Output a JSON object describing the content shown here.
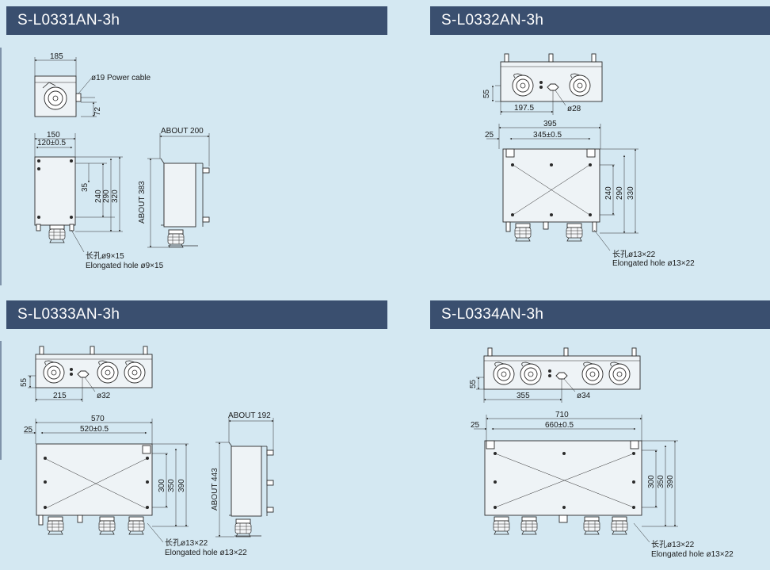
{
  "panels": {
    "p1": {
      "title": "S-L0331AN-3h",
      "dims": {
        "w185": "185",
        "cable": "ø19 Power cable",
        "h72": "72",
        "w150": "150",
        "w120": "120±0.5",
        "h35": "35",
        "h240": "240",
        "h290": "290",
        "h320": "320",
        "about200": "ABOUT 200",
        "about383": "ABOUT 383",
        "hole_cn": "长孔ø9×15",
        "hole_en": "Elongated hole ø9×15"
      }
    },
    "p2": {
      "title": "S-L0332AN-3h",
      "dims": {
        "h55": "55",
        "w197": "197.5",
        "d28": "ø28",
        "w25": "25",
        "w395": "395",
        "w345": "345±0.5",
        "h240": "240",
        "h290": "290",
        "h330": "330",
        "hole_cn": "长孔ø13×22",
        "hole_en": "Elongated hole ø13×22"
      }
    },
    "p3": {
      "title": "S-L0333AN-3h",
      "dims": {
        "h55": "55",
        "w215": "215",
        "d32": "ø32",
        "w25": "25",
        "w570": "570",
        "w520": "520±0.5",
        "h300": "300",
        "h350": "350",
        "h390": "390",
        "about192": "ABOUT 192",
        "about443": "ABOUT 443",
        "hole_cn": "长孔ø13×22",
        "hole_en": "Elongated hole ø13×22"
      }
    },
    "p4": {
      "title": "S-L0334AN-3h",
      "dims": {
        "h55": "55",
        "w355": "355",
        "d34": "ø34",
        "w25": "25",
        "w710": "710",
        "w660": "660±0.5",
        "h300": "300",
        "h350": "350",
        "h390": "390",
        "hole_cn": "长孔ø13×22",
        "hole_en": "Elongated hole ø13×22"
      }
    }
  },
  "colors": {
    "background": "#d4e8f2",
    "title_bar": "#3a4f6f",
    "title_text": "#ffffff",
    "line": "#2a2a2a"
  }
}
